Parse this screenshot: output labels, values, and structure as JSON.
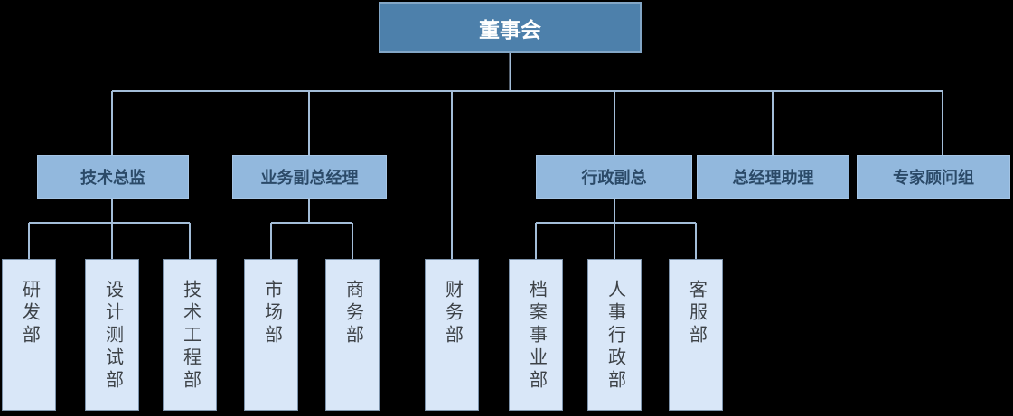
{
  "diagram": {
    "type": "org-chart",
    "root": {
      "label": "董事会"
    },
    "branches": [
      {
        "label": "技术总监",
        "departments": [
          "研发部",
          "设计测试部",
          "技术工程部"
        ]
      },
      {
        "label": "业务副总经理",
        "departments": [
          "市场部",
          "商务部"
        ]
      },
      {
        "label": "行政副总",
        "departments": [
          "档案事业部",
          "人事行政部",
          "客服部"
        ]
      },
      {
        "label": "总经理助理",
        "departments": []
      },
      {
        "label": "专家顾问组",
        "departments": []
      }
    ],
    "root_departments": [
      "财务部"
    ]
  },
  "colors": {
    "background": "#000000",
    "root_fill": "#4d80ab",
    "root_border": "#82a6c6",
    "root_text": "#ffffff",
    "branch_fill": "#92b8dd",
    "branch_text": "#2b4a68",
    "department_fill": "#d9e7f8",
    "department_border": "#7d93ab",
    "department_text": "#3d4247",
    "connector": "#a3bdd8"
  }
}
